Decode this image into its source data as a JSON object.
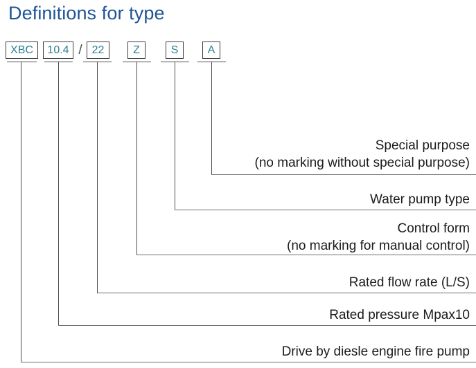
{
  "title": "Definitions for type",
  "code": {
    "separator": "/",
    "boxes": [
      {
        "text": "XBC"
      },
      {
        "text": "10.4"
      },
      {
        "text": "22"
      },
      {
        "text": "Z"
      },
      {
        "text": "S"
      },
      {
        "text": "A"
      }
    ]
  },
  "definitions": [
    {
      "line1": "Special purpose",
      "line2": "(no marking without special purpose)",
      "code": "A"
    },
    {
      "line1": "Water pump type",
      "line2": "",
      "code": "S"
    },
    {
      "line1": "Control form",
      "line2": "(no marking for manual control)",
      "code": "Z"
    },
    {
      "line1": "Rated flow rate (L/S)",
      "line2": "",
      "code": "22"
    },
    {
      "line1": "Rated pressure Mpax10",
      "line2": "",
      "code": "10.4"
    },
    {
      "line1": "Drive by diesle engine fire pump",
      "line2": "",
      "code": "XBC"
    }
  ],
  "colors": {
    "title": "#1F5496",
    "code_text": "#2b7f91",
    "box_border": "#3a3a3a",
    "leader_line": "#4d4d4d",
    "rule_line": "#6b6b6b",
    "label_text": "#1a1a1a",
    "background": "#ffffff"
  }
}
